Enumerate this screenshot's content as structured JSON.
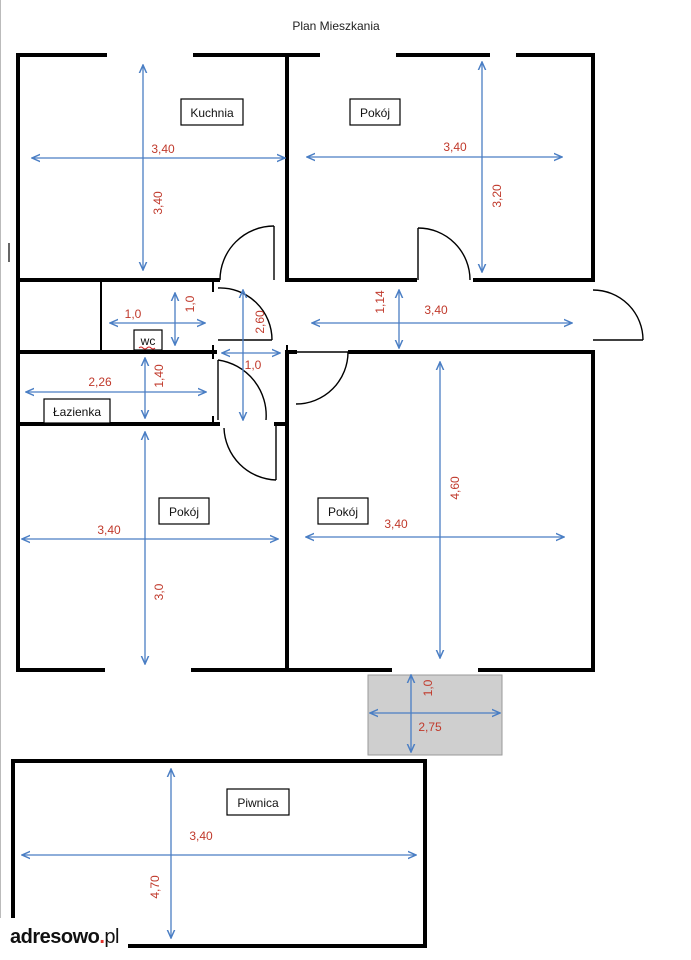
{
  "title": "Plan Mieszkania",
  "colors": {
    "wall": "#000000",
    "arrow": "#4a7ec4",
    "dimension_text": "#c0392b",
    "balcony": "#cfcfcf"
  },
  "rooms": [
    {
      "id": "kuchnia",
      "label": "Kuchnia"
    },
    {
      "id": "pokoj-1",
      "label": "Pokój"
    },
    {
      "id": "wc",
      "label": "wc"
    },
    {
      "id": "lazienka",
      "label": "Łazienka"
    },
    {
      "id": "pokoj-2",
      "label": "Pokój"
    },
    {
      "id": "pokoj-3",
      "label": "Pokój"
    },
    {
      "id": "piwnica",
      "label": "Piwnica"
    }
  ],
  "dimensions": {
    "kuchnia_w": "3,40",
    "kuchnia_h": "3,40",
    "pokoj1_w": "3,40",
    "pokoj1_h": "3,20",
    "wc_w": "1,0",
    "wc_h": "1,0",
    "hall_h": "2,60",
    "hall_w": "1,0",
    "corridor_h": "1,14",
    "corridor_w": "3,40",
    "lazienka_w": "2,26",
    "lazienka_h": "1,40",
    "pokoj2_w": "3,40",
    "pokoj2_h": "3,0",
    "pokoj3_w": "3,40",
    "pokoj3_h": "4,60",
    "balkon_h": "1,0",
    "balkon_w": "2,75",
    "piwnica_w": "3,40",
    "piwnica_h": "4,70"
  },
  "logo": {
    "brand": "adresowo",
    "dot": ".",
    "tld": "pl"
  }
}
